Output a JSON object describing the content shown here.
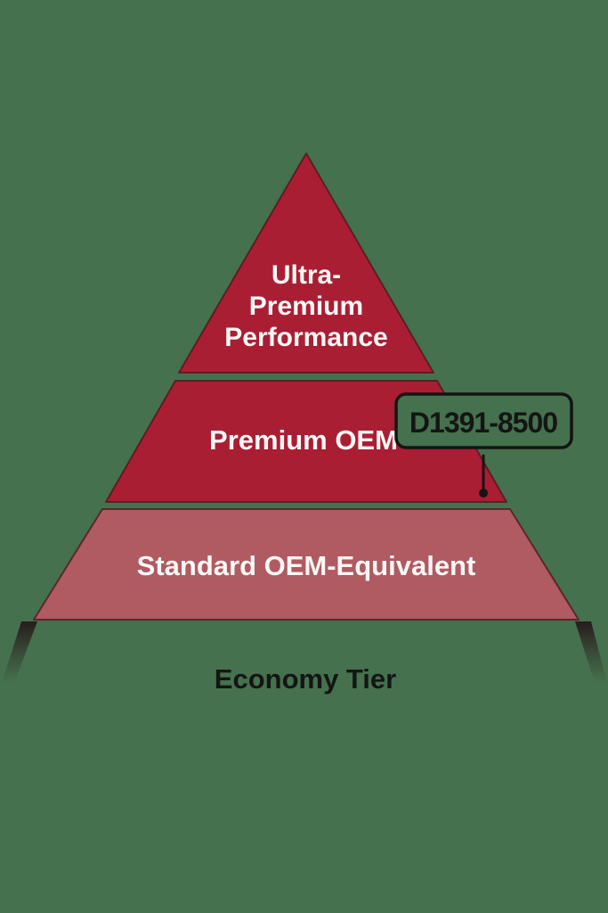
{
  "colors": {
    "background": "#45714E",
    "tier_premium_red": "#AA1E33",
    "tier_standard_rose": "#B05A62",
    "tier_outline_dark": "#54101F",
    "text_light": "#FAF8F6",
    "text_dark": "#151515",
    "callout_border": "#141414",
    "smudge_dark": "#241016"
  },
  "pyramid": {
    "tiers": [
      {
        "level": 1,
        "label": "Ultra-Premium Performance",
        "label_lines": [
          "Ultra-",
          "Premium",
          "Performance"
        ]
      },
      {
        "level": 2,
        "label": "Premium OEM"
      },
      {
        "level": 3,
        "label": "Standard OEM-Equivalent"
      },
      {
        "level": 4,
        "label": "Economy Tier"
      }
    ]
  },
  "callout": {
    "label": "D1391-8500"
  }
}
